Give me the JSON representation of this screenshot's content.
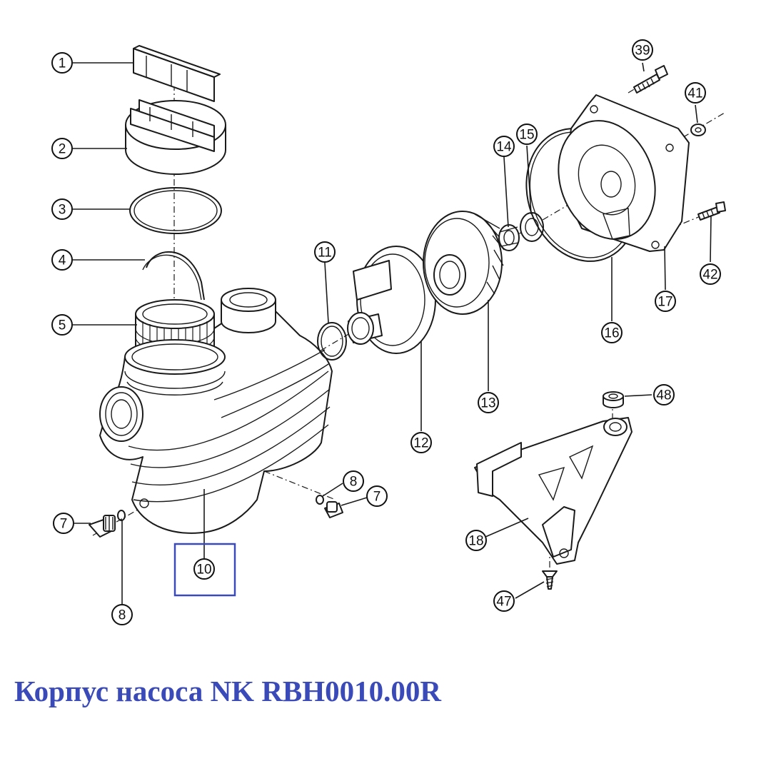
{
  "caption": "Корпус насоса NK RBH0010.00R",
  "colors": {
    "caption": "#3a4ab8",
    "highlight_box": "#3a4ab8",
    "line": "#1a1a1a"
  },
  "callouts": {
    "c1": "1",
    "c2": "2",
    "c3": "3",
    "c4": "4",
    "c5": "5",
    "c7a": "7",
    "c7b": "7",
    "c8a": "8",
    "c8b": "8",
    "c10": "10",
    "c11": "11",
    "c12": "12",
    "c13": "13",
    "c14": "14",
    "c15": "15",
    "c16": "16",
    "c17": "17",
    "c18": "18",
    "c39": "39",
    "c41": "41",
    "c42": "42",
    "c47": "47",
    "c48": "48"
  }
}
